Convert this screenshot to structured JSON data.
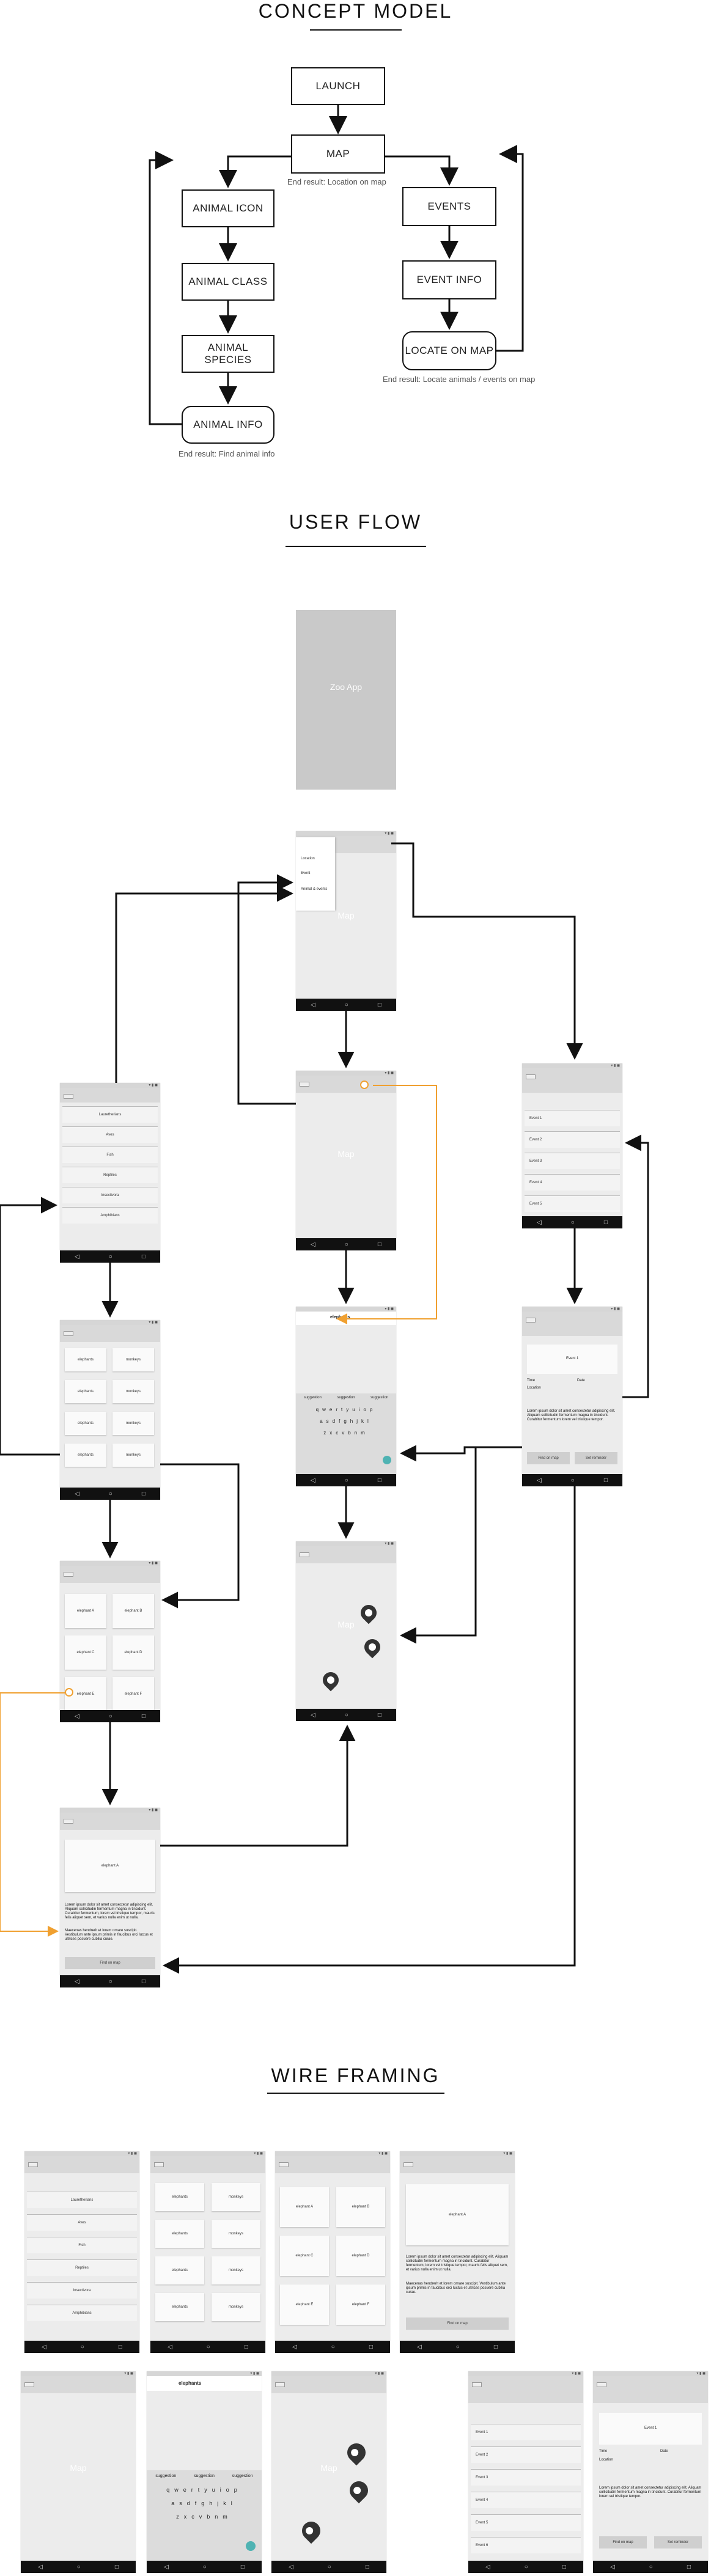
{
  "sections": {
    "concept": "CONCEPT MODEL",
    "flow": "USER FLOW",
    "wire": "WIRE FRAMING"
  },
  "concept": {
    "nodes": {
      "launch": "LAUNCH",
      "map": "MAP",
      "animal_icon": "ANIMAL ICON",
      "animal_class": "ANIMAL CLASS",
      "animal_species": "ANIMAL SPECIES",
      "animal_info": "ANIMAL INFO",
      "events": "EVENTS",
      "event_info": "EVENT INFO",
      "locate_on_map": "LOCATE ON MAP"
    },
    "captions": {
      "map": "End result: Location on map",
      "animal": "End result: Find animal info",
      "events": "End result: Locate animals / events on map"
    }
  },
  "screens": {
    "splash": "Zoo App",
    "map": "Map",
    "drawer_items": [
      "Location",
      "Event",
      "Animal & events"
    ],
    "animal_classes": [
      "Lauretherians",
      "Aves",
      "Fish",
      "Reptiles",
      "Insectivora",
      "Amphibians"
    ],
    "animal_icons": [
      "elephants",
      "monkeys",
      "elephants",
      "monkeys",
      "elephants",
      "monkeys",
      "elephants",
      "monkeys"
    ],
    "species": [
      "elephant A",
      "elephant B",
      "elephant C",
      "elephant D",
      "elephant E",
      "elephant F"
    ],
    "animal_info_image": "elephant A",
    "animal_info_text": "Lorem ipsum dolor sit amet consectetur adipiscing elit. Aliquam sollicitudin fermentum magna in tincidunt. Curabitur fermentum, lorem vel tristique tempor, mauris felis aliquet sem, et varius nulla enim ut nulla.",
    "animal_info_text2": "Maecenas hendrerit et lorem ornare suscipit. Vestibulum ante ipsum primis in faucibus orci luctus et ultrices posuere cubilia curae.",
    "locate_button": "Find on map",
    "search_text": "elephants",
    "suggestions": [
      "suggestion",
      "suggestion",
      "suggestion"
    ],
    "keyboard_rows": [
      "qwertyuiop",
      "asdfghjkl",
      "zxcvbnm"
    ],
    "events": [
      "Event 1",
      "Event 2",
      "Event 3",
      "Event 4",
      "Event 5",
      "Event 6"
    ],
    "event_info_image": "Event 1",
    "event_time": "Time",
    "event_date": "Date",
    "event_location": "Location",
    "event_info_text": "Lorem ipsum dolor sit amet consectetur adipiscing elit. Aliquam sollicitudin fermentum magna in tincidunt. Curabitur fermentum lorem vel tristique tempor.",
    "event_buttons": [
      "Find on map",
      "Set reminder"
    ]
  }
}
